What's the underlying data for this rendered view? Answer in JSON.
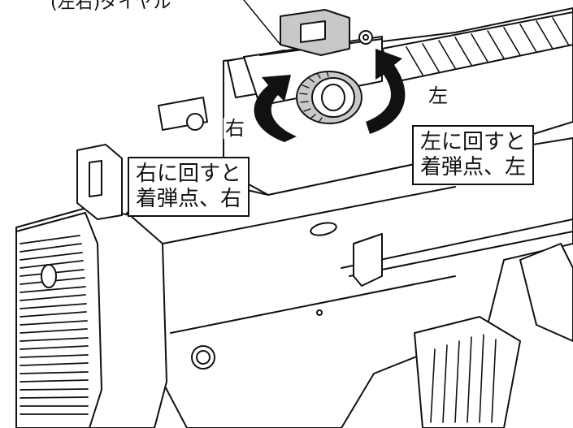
{
  "top_label": "(左右)ダイヤル",
  "direction_right": "右",
  "direction_left": "左",
  "callout_right": {
    "line1": "右に回すと",
    "line2": "着弾点、右"
  },
  "callout_left": {
    "line1": "左に回すと",
    "line2": "着弾点、左"
  },
  "colors": {
    "line": "#111111",
    "fill": "#ffffff",
    "shade": "#c8c8c8",
    "arrow": "#111111"
  }
}
